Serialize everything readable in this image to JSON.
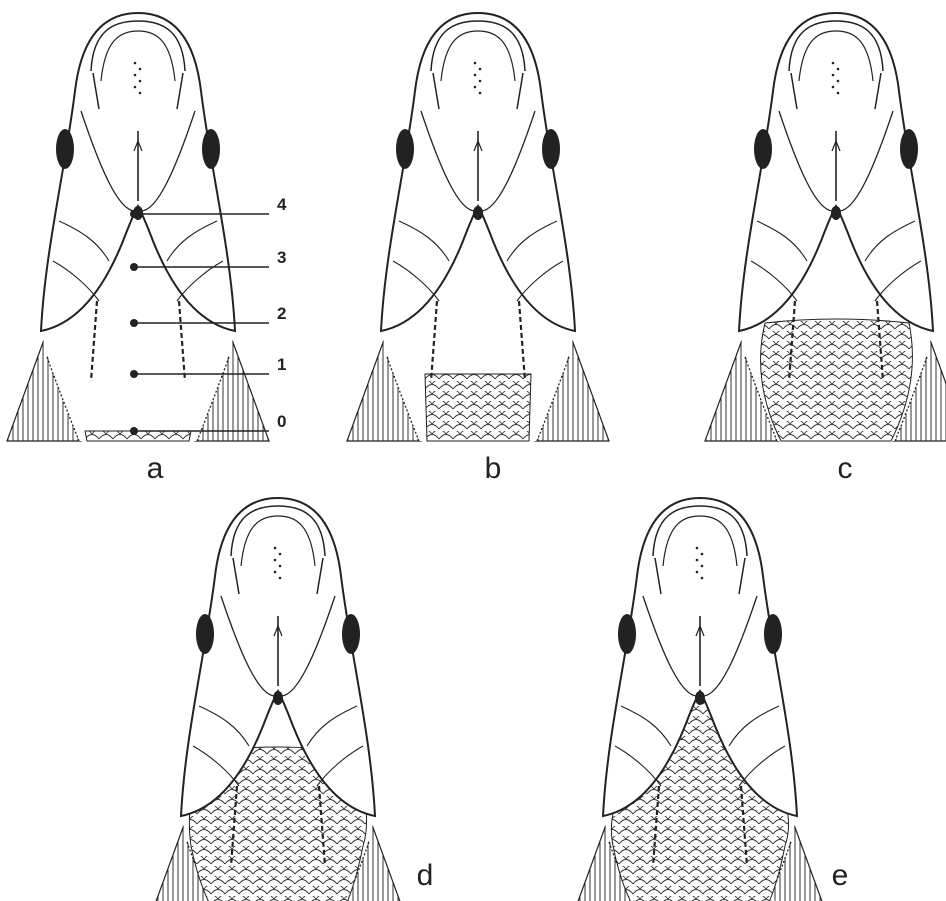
{
  "figure": {
    "panels": [
      {
        "id": "a",
        "label": "a",
        "scale_level": 0,
        "show_levels": true
      },
      {
        "id": "b",
        "label": "b",
        "scale_level": 1,
        "show_levels": false
      },
      {
        "id": "c",
        "label": "c",
        "scale_level": 2,
        "show_levels": false
      },
      {
        "id": "d",
        "label": "d",
        "scale_level": 3,
        "show_levels": false
      },
      {
        "id": "e",
        "label": "e",
        "scale_level": 4,
        "show_levels": false
      }
    ],
    "levels": [
      "0",
      "1",
      "2",
      "3",
      "4"
    ],
    "ink_color": "#222222",
    "background": "#ffffff"
  }
}
